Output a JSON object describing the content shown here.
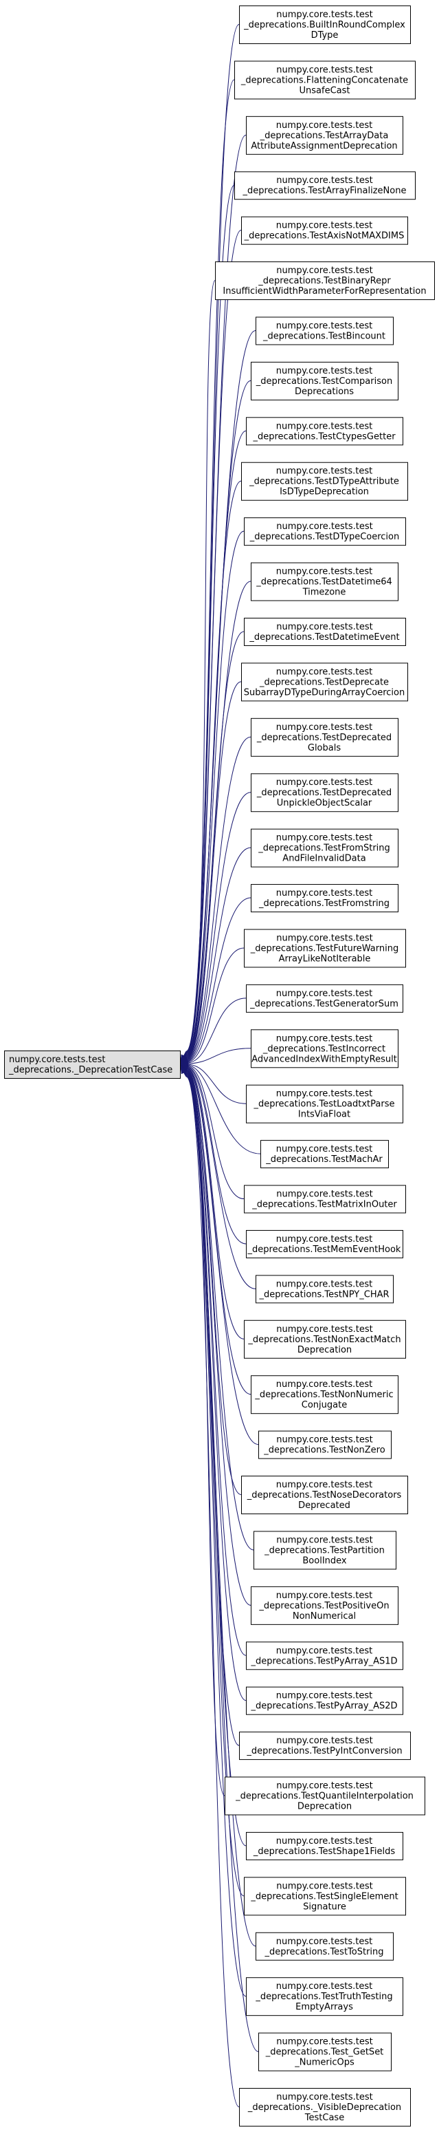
{
  "base": {
    "name": "base-class-node",
    "lines": [
      "numpy.core.tests.test",
      "_deprecations._DeprecationTestCase"
    ]
  },
  "nodes": [
    {
      "name": "node-builtin-round-complex-dtype",
      "lines": [
        "numpy.core.tests.test",
        "_deprecations.BuiltInRoundComplex",
        "DType"
      ]
    },
    {
      "name": "node-flattening-concatenate-unsafe-cast",
      "lines": [
        "numpy.core.tests.test",
        "_deprecations.FlatteningConcatenate",
        "UnsafeCast"
      ]
    },
    {
      "name": "node-test-array-data-attribute-assignment-deprecation",
      "lines": [
        "numpy.core.tests.test",
        "_deprecations.TestArrayData",
        "AttributeAssignmentDeprecation"
      ]
    },
    {
      "name": "node-test-array-finalize-none",
      "lines": [
        "numpy.core.tests.test",
        "_deprecations.TestArrayFinalizeNone"
      ]
    },
    {
      "name": "node-test-axis-not-maxdims",
      "lines": [
        "numpy.core.tests.test",
        "_deprecations.TestAxisNotMAXDIMS"
      ]
    },
    {
      "name": "node-test-binary-repr-insufficient-width",
      "lines": [
        "numpy.core.tests.test",
        "_deprecations.TestBinaryRepr",
        "InsufficientWidthParameterForRepresentation"
      ]
    },
    {
      "name": "node-test-bincount",
      "lines": [
        "numpy.core.tests.test",
        "_deprecations.TestBincount"
      ]
    },
    {
      "name": "node-test-comparison-deprecations",
      "lines": [
        "numpy.core.tests.test",
        "_deprecations.TestComparison",
        "Deprecations"
      ]
    },
    {
      "name": "node-test-ctypes-getter",
      "lines": [
        "numpy.core.tests.test",
        "_deprecations.TestCtypesGetter"
      ]
    },
    {
      "name": "node-test-dtype-attribute-is-dtype-deprecation",
      "lines": [
        "numpy.core.tests.test",
        "_deprecations.TestDTypeAttribute",
        "IsDTypeDeprecation"
      ]
    },
    {
      "name": "node-test-dtype-coercion",
      "lines": [
        "numpy.core.tests.test",
        "_deprecations.TestDTypeCoercion"
      ]
    },
    {
      "name": "node-test-datetime64-timezone",
      "lines": [
        "numpy.core.tests.test",
        "_deprecations.TestDatetime64",
        "Timezone"
      ]
    },
    {
      "name": "node-test-datetime-event",
      "lines": [
        "numpy.core.tests.test",
        "_deprecations.TestDatetimeEvent"
      ]
    },
    {
      "name": "node-test-deprecate-subarray-dtype",
      "lines": [
        "numpy.core.tests.test",
        "_deprecations.TestDeprecate",
        "SubarrayDTypeDuringArrayCoercion"
      ]
    },
    {
      "name": "node-test-deprecated-globals",
      "lines": [
        "numpy.core.tests.test",
        "_deprecations.TestDeprecated",
        "Globals"
      ]
    },
    {
      "name": "node-test-deprecated-unpickle-object-scalar",
      "lines": [
        "numpy.core.tests.test",
        "_deprecations.TestDeprecated",
        "UnpickleObjectScalar"
      ]
    },
    {
      "name": "node-test-fromstring-and-file-invalid-data",
      "lines": [
        "numpy.core.tests.test",
        "_deprecations.TestFromString",
        "AndFileInvalidData"
      ]
    },
    {
      "name": "node-test-fromstring",
      "lines": [
        "numpy.core.tests.test",
        "_deprecations.TestFromstring"
      ]
    },
    {
      "name": "node-test-future-warning-array-like-not-iterable",
      "lines": [
        "numpy.core.tests.test",
        "_deprecations.TestFutureWarning",
        "ArrayLikeNotIterable"
      ]
    },
    {
      "name": "node-test-generator-sum",
      "lines": [
        "numpy.core.tests.test",
        "_deprecations.TestGeneratorSum"
      ]
    },
    {
      "name": "node-test-incorrect-advanced-index",
      "lines": [
        "numpy.core.tests.test",
        "_deprecations.TestIncorrect",
        "AdvancedIndexWithEmptyResult"
      ]
    },
    {
      "name": "node-test-loadtxt-parse-ints-via-float",
      "lines": [
        "numpy.core.tests.test",
        "_deprecations.TestLoadtxtParse",
        "IntsViaFloat"
      ]
    },
    {
      "name": "node-test-machar",
      "lines": [
        "numpy.core.tests.test",
        "_deprecations.TestMachAr"
      ]
    },
    {
      "name": "node-test-matrix-in-outer",
      "lines": [
        "numpy.core.tests.test",
        "_deprecations.TestMatrixInOuter"
      ]
    },
    {
      "name": "node-test-mem-event-hook",
      "lines": [
        "numpy.core.tests.test",
        "_deprecations.TestMemEventHook"
      ]
    },
    {
      "name": "node-test-npy-char",
      "lines": [
        "numpy.core.tests.test",
        "_deprecations.TestNPY_CHAR"
      ]
    },
    {
      "name": "node-test-non-exact-match-deprecation",
      "lines": [
        "numpy.core.tests.test",
        "_deprecations.TestNonExactMatch",
        "Deprecation"
      ]
    },
    {
      "name": "node-test-non-numeric-conjugate",
      "lines": [
        "numpy.core.tests.test",
        "_deprecations.TestNonNumeric",
        "Conjugate"
      ]
    },
    {
      "name": "node-test-non-zero",
      "lines": [
        "numpy.core.tests.test",
        "_deprecations.TestNonZero"
      ]
    },
    {
      "name": "node-test-nose-decorators-deprecated",
      "lines": [
        "numpy.core.tests.test",
        "_deprecations.TestNoseDecorators",
        "Deprecated"
      ]
    },
    {
      "name": "node-test-partition-bool-index",
      "lines": [
        "numpy.core.tests.test",
        "_deprecations.TestPartition",
        "BoolIndex"
      ]
    },
    {
      "name": "node-test-positive-on-non-numerical",
      "lines": [
        "numpy.core.tests.test",
        "_deprecations.TestPositiveOn",
        "NonNumerical"
      ]
    },
    {
      "name": "node-test-pyarray-as1d",
      "lines": [
        "numpy.core.tests.test",
        "_deprecations.TestPyArray_AS1D"
      ]
    },
    {
      "name": "node-test-pyarray-as2d",
      "lines": [
        "numpy.core.tests.test",
        "_deprecations.TestPyArray_AS2D"
      ]
    },
    {
      "name": "node-test-pyint-conversion",
      "lines": [
        "numpy.core.tests.test",
        "_deprecations.TestPyIntConversion"
      ]
    },
    {
      "name": "node-test-quantile-interpolation-deprecation",
      "lines": [
        "numpy.core.tests.test",
        "_deprecations.TestQuantileInterpolation",
        "Deprecation"
      ]
    },
    {
      "name": "node-test-shape1-fields",
      "lines": [
        "numpy.core.tests.test",
        "_deprecations.TestShape1Fields"
      ]
    },
    {
      "name": "node-test-single-element-signature",
      "lines": [
        "numpy.core.tests.test",
        "_deprecations.TestSingleElement",
        "Signature"
      ]
    },
    {
      "name": "node-test-to-string",
      "lines": [
        "numpy.core.tests.test",
        "_deprecations.TestToString"
      ]
    },
    {
      "name": "node-test-truth-testing-empty-arrays",
      "lines": [
        "numpy.core.tests.test",
        "_deprecations.TestTruthTesting",
        "EmptyArrays"
      ]
    },
    {
      "name": "node-test-getset-numeric-ops",
      "lines": [
        "numpy.core.tests.test",
        "_deprecations.Test_GetSet",
        "_NumericOps"
      ]
    },
    {
      "name": "node-visible-deprecation-test-case",
      "lines": [
        "numpy.core.tests.test",
        "_deprecations._VisibleDeprecation",
        "TestCase"
      ]
    }
  ]
}
